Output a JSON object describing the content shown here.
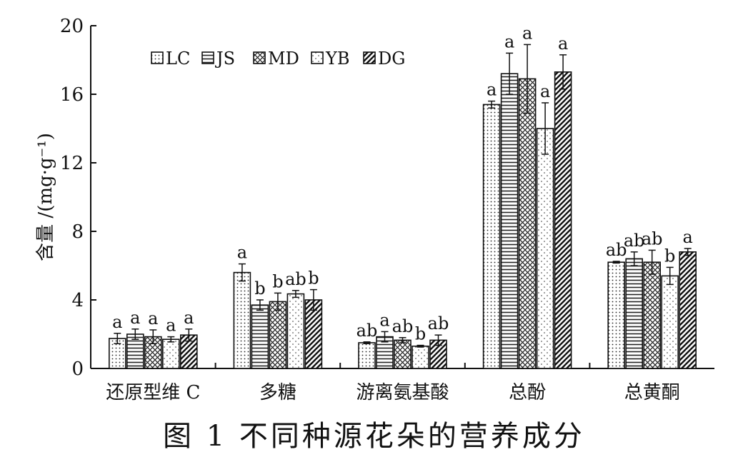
{
  "caption": "图 1 不同种源花朵的营养成分",
  "chart_data": {
    "type": "bar",
    "ylabel": "含量 /(mg·g⁻¹)",
    "ylim": [
      0,
      20
    ],
    "yticks": [
      0,
      4,
      8,
      12,
      16,
      20
    ],
    "grid": false,
    "legend_position": "top-left",
    "categories": [
      "还原型维 C",
      "多糖",
      "游离氨基酸",
      "总酚",
      "总黄酮"
    ],
    "series": [
      {
        "name": "LC",
        "pattern": "dots",
        "values": [
          1.75,
          5.6,
          1.5,
          15.4,
          6.2
        ],
        "errors": [
          0.3,
          0.5,
          0.05,
          0.2,
          0.05
        ],
        "letters": [
          "a",
          "a",
          "ab",
          "a",
          "ab"
        ]
      },
      {
        "name": "JS",
        "pattern": "horizontal",
        "values": [
          2.0,
          3.7,
          1.85,
          17.2,
          6.4
        ],
        "errors": [
          0.3,
          0.3,
          0.3,
          1.2,
          0.4
        ],
        "letters": [
          "a",
          "b",
          "a",
          "a",
          "ab"
        ]
      },
      {
        "name": "MD",
        "pattern": "crosshatch",
        "values": [
          1.85,
          3.9,
          1.65,
          16.9,
          6.2
        ],
        "errors": [
          0.4,
          0.5,
          0.15,
          2.0,
          0.7
        ],
        "letters": [
          "a",
          "b",
          "ab",
          "a",
          "ab"
        ]
      },
      {
        "name": "YB",
        "pattern": "sparse",
        "values": [
          1.7,
          4.35,
          1.3,
          14.0,
          5.4
        ],
        "errors": [
          0.15,
          0.2,
          0.05,
          1.5,
          0.5
        ],
        "letters": [
          "a",
          "ab",
          "b",
          "a",
          "b"
        ]
      },
      {
        "name": "DG",
        "pattern": "diagonal",
        "values": [
          1.95,
          4.0,
          1.65,
          17.3,
          6.8
        ],
        "errors": [
          0.35,
          0.6,
          0.3,
          1.0,
          0.2
        ],
        "letters": [
          "a",
          "b",
          "ab",
          "a",
          "a"
        ]
      }
    ]
  }
}
